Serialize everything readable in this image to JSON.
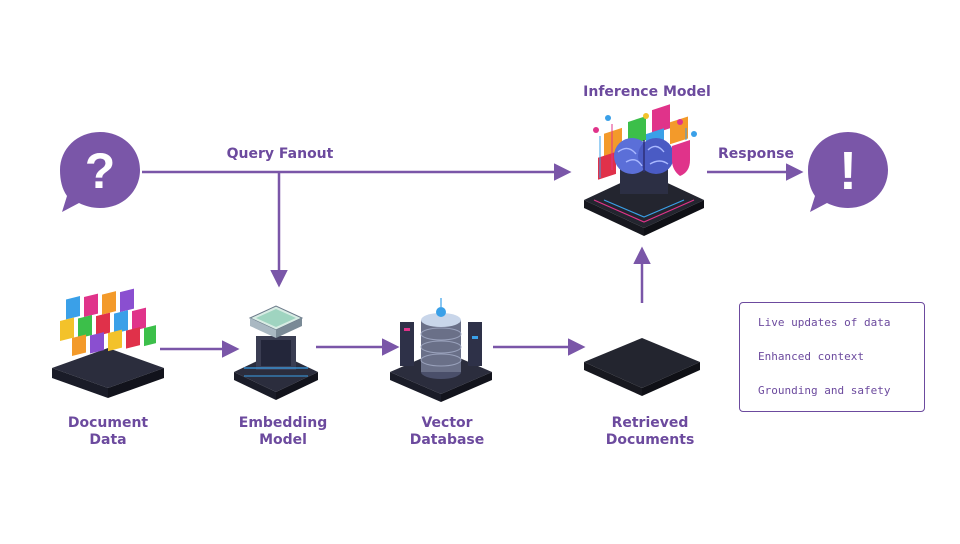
{
  "labels": {
    "query_fanout": "Query Fanout",
    "inference_model": "Inference Model",
    "response": "Response",
    "document_data": [
      "Document",
      "Data"
    ],
    "embedding_model": [
      "Embedding",
      "Model"
    ],
    "vector_database": [
      "Vector",
      "Database"
    ],
    "retrieved_documents": [
      "Retrieved",
      "Documents"
    ]
  },
  "bubbles": {
    "question_glyph": "?",
    "answer_glyph": "!"
  },
  "benefits": [
    "Live updates of data",
    "Enhanced context",
    "Grounding and safety"
  ],
  "icons": {
    "question": "question-bubble-icon",
    "answer": "exclamation-bubble-icon",
    "document_data": "document-folders-icon",
    "embedding_model": "embedding-chip-icon",
    "vector_database": "database-server-icon",
    "retrieved_documents": "retrieved-folders-icon",
    "inference_model": "brain-chip-icon"
  },
  "colors": {
    "accent": "#7a56a8",
    "text": "#6c4a9e",
    "platform": "#1f2233",
    "neon_pink": "#e0338a",
    "neon_blue": "#3aa0e8",
    "folder_orange": "#f39a2a",
    "folder_red": "#e0314a",
    "folder_green": "#3cbf4a"
  }
}
